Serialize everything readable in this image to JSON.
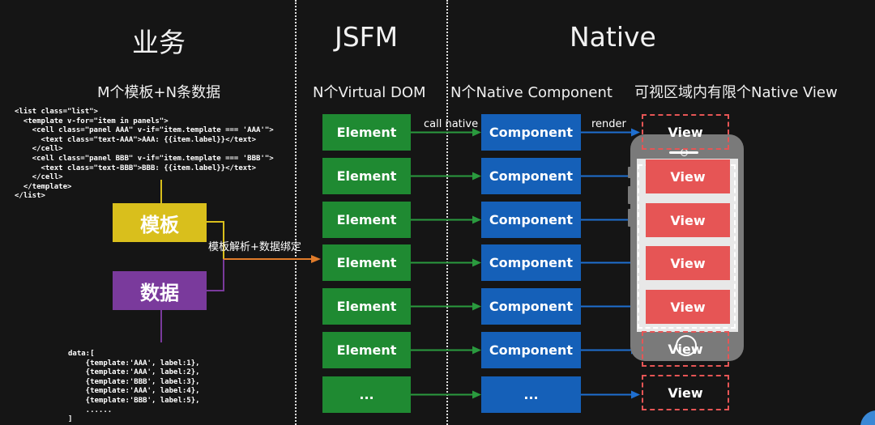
{
  "headers": {
    "business": "业务",
    "jsfm": "JSFM",
    "native": "Native"
  },
  "subheaders": {
    "business": "M个模板+N条数据",
    "jsfm": "N个Virtual DOM",
    "component": "N个Native Component",
    "view": "可视区域内有限个Native View"
  },
  "template_code": "<list class=\"list\">\n  <template v-for=\"item in panels\">\n    <cell class=\"panel AAA\" v-if=\"item.template === 'AAA'\">\n      <text class=\"text-AAA\">AAA: {{item.label}}</text>\n    </cell>\n    <cell class=\"panel BBB\" v-if=\"item.template === 'BBB'\">\n      <text class=\"text-BBB\">BBB: {{item.label}}</text>\n    </cell>\n  </template>\n</list>",
  "data_code": "data:[\n    {template:'AAA', label:1},\n    {template:'AAA', label:2},\n    {template:'BBB', label:3},\n    {template:'AAA', label:4},\n    {template:'BBB', label:5},\n    ......\n]",
  "boxes": {
    "template": "模板",
    "data": "数据"
  },
  "flow_labels": {
    "parse_bind": "模板解析+数据绑定",
    "call_native": "call native",
    "render": "render"
  },
  "elements": [
    "Element",
    "Element",
    "Element",
    "Element",
    "Element",
    "Element",
    "..."
  ],
  "components": [
    "Component",
    "Component",
    "Component",
    "Component",
    "Component",
    "Component",
    "..."
  ],
  "views": [
    "View",
    "View",
    "View",
    "View",
    "View",
    "View",
    "View"
  ],
  "colors": {
    "background": "#151515",
    "template_box": "#d9bf1c",
    "data_box": "#7a3a9c",
    "element_box": "#1f8a32",
    "component_box": "#1560b8",
    "view_box": "#e65555",
    "arrow_green": "#2a9a3e",
    "arrow_blue": "#1f6fd0",
    "arrow_orange": "#e07b2a"
  }
}
